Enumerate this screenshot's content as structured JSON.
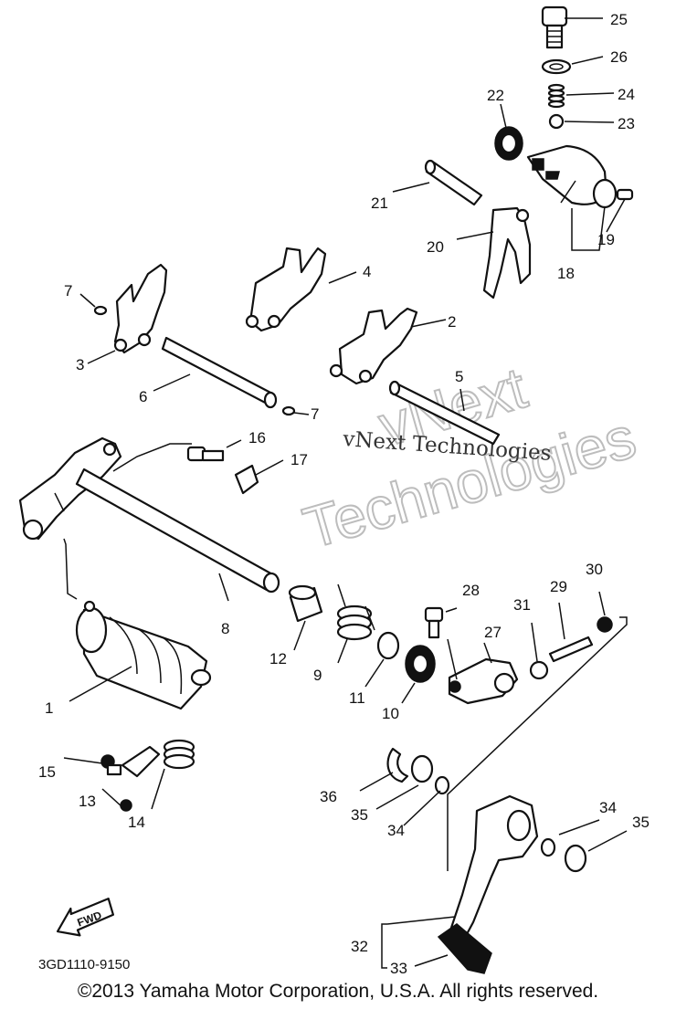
{
  "diagram": {
    "drawing_code": "3GD1110-9150",
    "fwd_label": "FWD",
    "callouts": [
      {
        "id": "1",
        "label": "1"
      },
      {
        "id": "2",
        "label": "2"
      },
      {
        "id": "3",
        "label": "3"
      },
      {
        "id": "4",
        "label": "4"
      },
      {
        "id": "5",
        "label": "5"
      },
      {
        "id": "6",
        "label": "6"
      },
      {
        "id": "7a",
        "label": "7"
      },
      {
        "id": "7b",
        "label": "7"
      },
      {
        "id": "8",
        "label": "8"
      },
      {
        "id": "9",
        "label": "9"
      },
      {
        "id": "10",
        "label": "10"
      },
      {
        "id": "11",
        "label": "11"
      },
      {
        "id": "12",
        "label": "12"
      },
      {
        "id": "13",
        "label": "13"
      },
      {
        "id": "14",
        "label": "14"
      },
      {
        "id": "15",
        "label": "15"
      },
      {
        "id": "16",
        "label": "16"
      },
      {
        "id": "17",
        "label": "17"
      },
      {
        "id": "18",
        "label": "18"
      },
      {
        "id": "19",
        "label": "19"
      },
      {
        "id": "20",
        "label": "20"
      },
      {
        "id": "21",
        "label": "21"
      },
      {
        "id": "22",
        "label": "22"
      },
      {
        "id": "23",
        "label": "23"
      },
      {
        "id": "24",
        "label": "24"
      },
      {
        "id": "25",
        "label": "25"
      },
      {
        "id": "26",
        "label": "26"
      },
      {
        "id": "27",
        "label": "27"
      },
      {
        "id": "28",
        "label": "28"
      },
      {
        "id": "29",
        "label": "29"
      },
      {
        "id": "30",
        "label": "30"
      },
      {
        "id": "31",
        "label": "31"
      },
      {
        "id": "32",
        "label": "32"
      },
      {
        "id": "33",
        "label": "33"
      },
      {
        "id": "34a",
        "label": "34"
      },
      {
        "id": "34b",
        "label": "34"
      },
      {
        "id": "35a",
        "label": "35"
      },
      {
        "id": "35b",
        "label": "35"
      },
      {
        "id": "36",
        "label": "36"
      }
    ]
  },
  "watermark": {
    "text": "vNext Technologies",
    "outline_line1": "vNext",
    "outline_line2": "Technologies"
  },
  "footer": {
    "copyright": "©2013 Yamaha Motor Corporation, U.S.A. All rights reserved."
  }
}
